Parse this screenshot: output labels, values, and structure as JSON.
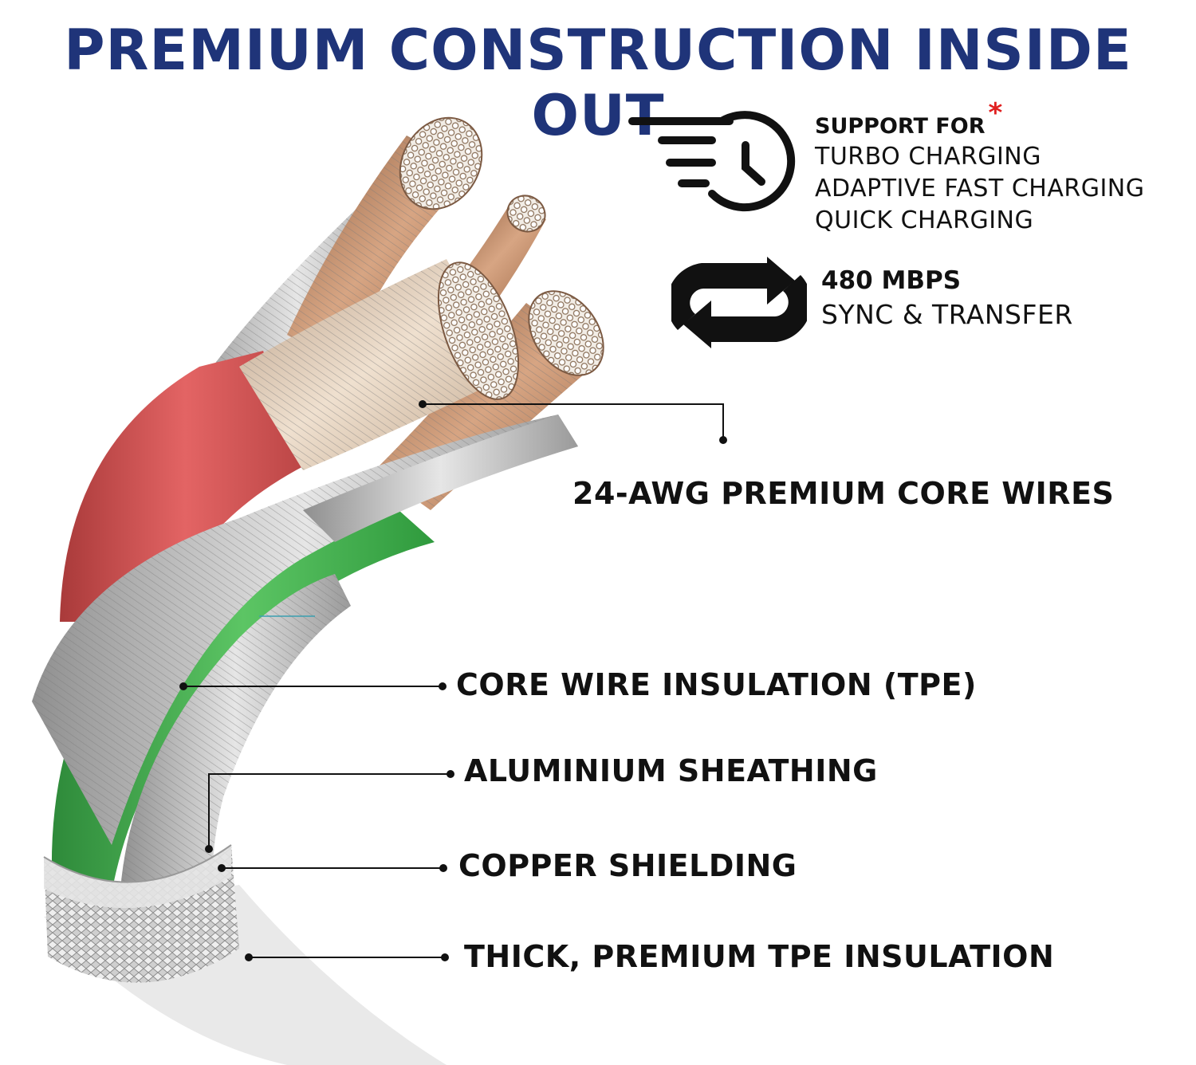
{
  "title": "PREMIUM CONSTRUCTION INSIDE OUT",
  "features": {
    "charging": {
      "icon": "fast-charge-clock-icon",
      "heading": "SUPPORT FOR",
      "marker": "*",
      "lines": [
        "TURBO CHARGING",
        "ADAPTIVE FAST CHARGING",
        "QUICK CHARGING"
      ]
    },
    "sync": {
      "icon": "sync-arrows-icon",
      "heading": "480 MBPS",
      "line": "SYNC & TRANSFER"
    }
  },
  "callouts": [
    "24-AWG PREMIUM CORE WIRES",
    "CORE WIRE INSULATION (TPE)",
    "ALUMINIUM SHEATHING",
    "COPPER SHIELDING",
    "THICK, PREMIUM TPE INSULATION"
  ],
  "colors": {
    "title": "#1f3479",
    "asterisk": "#e02020",
    "red_wire": "#d9514f",
    "green_wire": "#3fae4a",
    "copper": "#b9825f",
    "silver": "#b8b8b8"
  }
}
